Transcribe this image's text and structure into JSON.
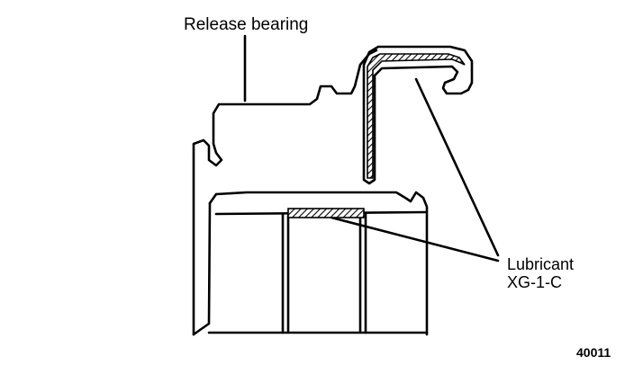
{
  "labels": {
    "release_bearing": "Release bearing",
    "lubricant_line1": "Lubricant",
    "lubricant_line2": "XG-1-C",
    "figure_number": "40011"
  },
  "colors": {
    "line": "#000000",
    "background": "#ffffff"
  }
}
